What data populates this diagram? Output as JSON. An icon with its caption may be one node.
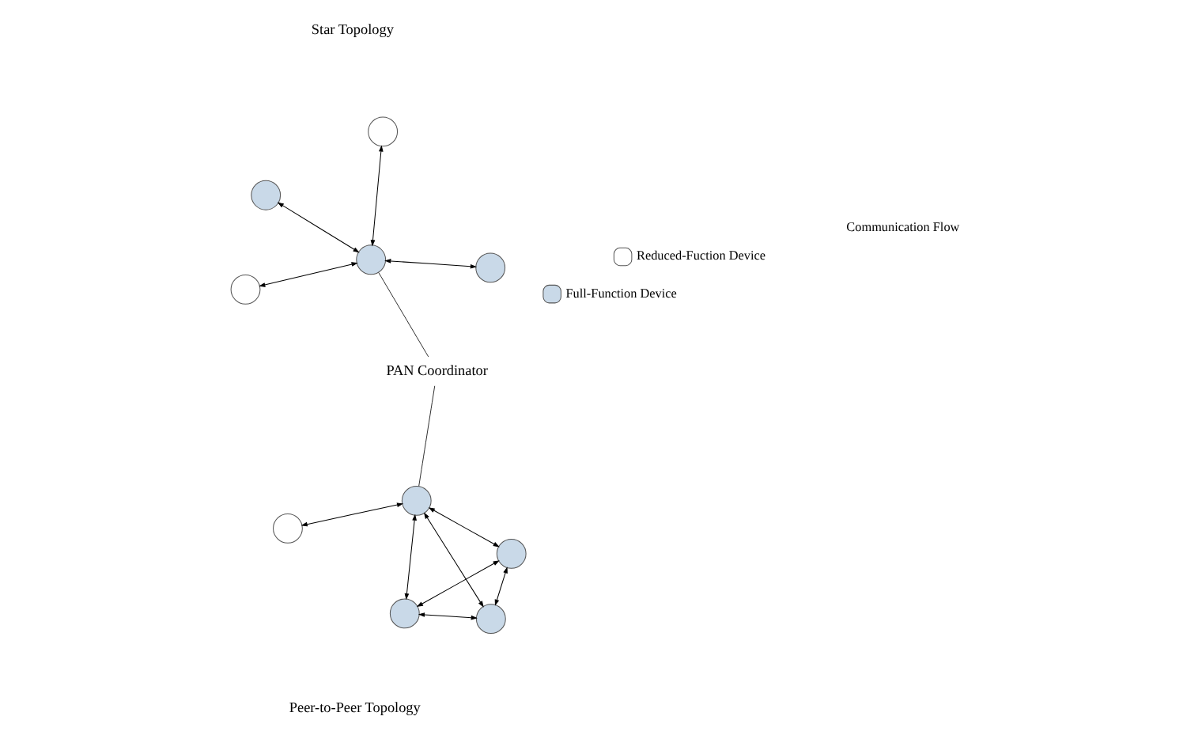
{
  "diagram": {
    "nodes": [
      {
        "text": [],
        "shape": "circle"
      },
      {
        "text": [],
        "shape": "circle"
      },
      {
        "text": [],
        "shape": "circle"
      },
      {
        "text": [],
        "shape": "circle"
      },
      {
        "text": [],
        "shape": "circle"
      },
      {
        "text": [],
        "shape": "circle"
      },
      {
        "text": [],
        "shape": "circle"
      },
      {
        "text": [],
        "shape": "circle"
      },
      {
        "text": [],
        "shape": "circle"
      },
      {
        "text": [],
        "shape": "circle"
      },
      {
        "text": [
          "PAN Coordinator"
        ]
      }
    ],
    "edges": [
      {
        "from": 0,
        "to": 2,
        "arrow": "both"
      },
      {
        "from": 1,
        "to": 2,
        "arrow": "both"
      },
      {
        "from": 2,
        "to": 3,
        "arrow": "both"
      },
      {
        "from": 2,
        "to": 4,
        "arrow": "both"
      },
      {
        "from": 10,
        "to": 2,
        "arrow": "none"
      },
      {
        "from": 10,
        "to": 7,
        "arrow": "none"
      },
      {
        "from": 6,
        "to": 5,
        "arrow": "both"
      },
      {
        "from": 9,
        "to": 5,
        "arrow": "both"
      },
      {
        "from": 7,
        "to": 5,
        "arrow": "both"
      },
      {
        "from": 6,
        "to": 7,
        "arrow": "both"
      },
      {
        "from": 6,
        "to": 9,
        "arrow": "both"
      },
      {
        "from": 7,
        "to": 8,
        "arrow": "both"
      },
      {
        "from": 9,
        "to": 7,
        "arrow": "both"
      }
    ],
    "labels": [
      "Star Topology",
      "Peer-to-Peer Topology"
    ],
    "legend": [
      {
        "text": "Full-Function Device",
        "color": "#c9d9e8"
      },
      {
        "text": "Communication Flow"
      },
      {
        "text": "Reduced-Fuction Device",
        "color": "#ffffff"
      }
    ]
  }
}
